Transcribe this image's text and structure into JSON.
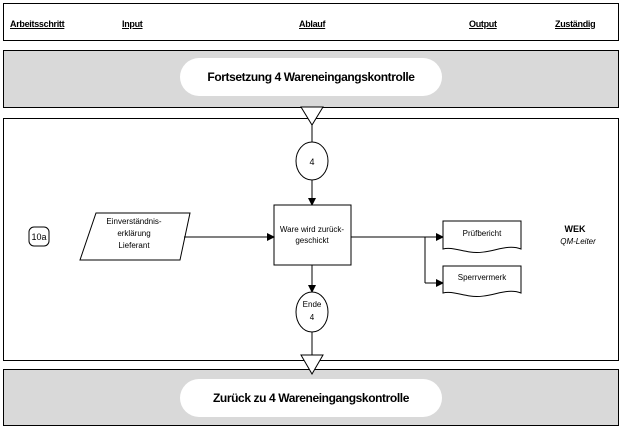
{
  "header": {
    "col_arbeitsschritt": "Arbeitsschritt",
    "col_input": "Input",
    "col_ablauf": "Ablauf",
    "col_output": "Output",
    "col_zustaendig": "Zuständig"
  },
  "top_band": {
    "label": "Fortsetzung 4 Wareneingangskontrolle"
  },
  "bottom_band": {
    "label": "Zurück zu 4 Wareneingangskontrolle"
  },
  "diagram": {
    "step_number": "10a",
    "input_line1": "Einverständnis-",
    "input_line2": "erklärung",
    "input_line3": "Lieferant",
    "connector_top": "4",
    "process_line1": "Ware wird zurück-",
    "process_line2": "geschickt",
    "connector_end_line1": "Ende",
    "connector_end_line2": "4",
    "output_doc1": "Prüfbericht",
    "output_doc2": "Sperrvermerk",
    "responsible_unit": "WEK",
    "responsible_role": "QM-Leiter"
  }
}
